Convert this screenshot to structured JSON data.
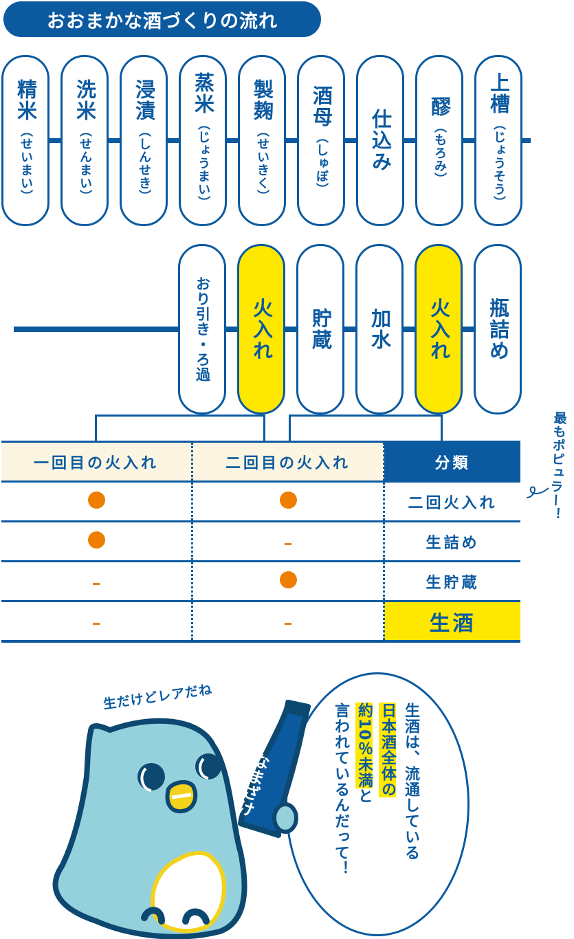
{
  "title": "おおまかな酒づくりの流れ",
  "colors": {
    "primary": "#0b5aa0",
    "highlight": "#ffe800",
    "accent": "#ee7d00",
    "header_bg": "#fcf5e1",
    "owl_body": "#95d1dc"
  },
  "process_row1": [
    {
      "label": "精米",
      "reading": "（せいまい）"
    },
    {
      "label": "洗米",
      "reading": "（せんまい）"
    },
    {
      "label": "浸漬",
      "reading": "（しんせき）"
    },
    {
      "label": "蒸米",
      "reading": "（じょうまい）"
    },
    {
      "label": "製麹",
      "reading": "（せいきく）"
    },
    {
      "label": "酒母",
      "reading": "（しゅぼ）"
    },
    {
      "label": "仕込み",
      "reading": ""
    },
    {
      "label": "醪",
      "reading": "（もろみ）"
    },
    {
      "label": "上槽",
      "reading": "（じょうそう）"
    }
  ],
  "process_row2": [
    {
      "label": "おり引き・ろ過",
      "highlight": false
    },
    {
      "label": "火入れ",
      "highlight": true
    },
    {
      "label": "貯蔵",
      "highlight": false
    },
    {
      "label": "加水",
      "highlight": false
    },
    {
      "label": "火入れ",
      "highlight": true
    },
    {
      "label": "瓶詰め",
      "highlight": false
    }
  ],
  "table": {
    "headers": [
      "一回目の火入れ",
      "二回目の火入れ",
      "分類"
    ],
    "rows": [
      {
        "first": "●",
        "second": "●",
        "category": "二回火入れ"
      },
      {
        "first": "●",
        "second": "-",
        "category": "生詰め"
      },
      {
        "first": "-",
        "second": "●",
        "category": "生貯蔵"
      },
      {
        "first": "-",
        "second": "-",
        "category": "生酒"
      }
    ]
  },
  "annotation_popular": "最もポピュラー！",
  "character": {
    "caption": "生だけどレアだね",
    "bottle_label": "なまざけ"
  },
  "speech": {
    "line1": "生酒は、流通している",
    "line2": "日本酒全体の",
    "line3_mark": "約10％未満",
    "line3_rest": "と",
    "line4": "言われているんだって！"
  }
}
